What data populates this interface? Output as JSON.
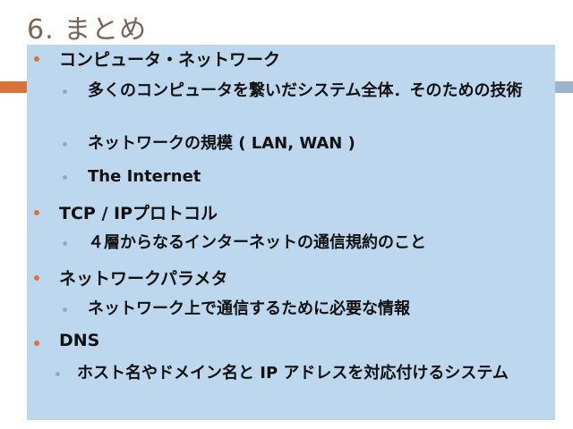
{
  "title": "6. まとめ",
  "bullets": {
    "network": "コンピュータ・ネットワーク",
    "network_sub1": "多くのコンピュータを繋いだシステム全体．そのための技術",
    "network_sub2": "ネットワークの規模 ( LAN, WAN )",
    "network_sub3": "The Internet",
    "tcpip": "TCP / IPプロトコル",
    "tcpip_sub1": "４層からなるインターネットの通信規約のこと",
    "params": "ネットワークパラメタ",
    "params_sub1": "ネットワーク上で通信するために必要な情報",
    "dns": "DNS",
    "dns_sub1": "ホスト名やドメイン名と IP アドレスを対応付けるシステム"
  }
}
